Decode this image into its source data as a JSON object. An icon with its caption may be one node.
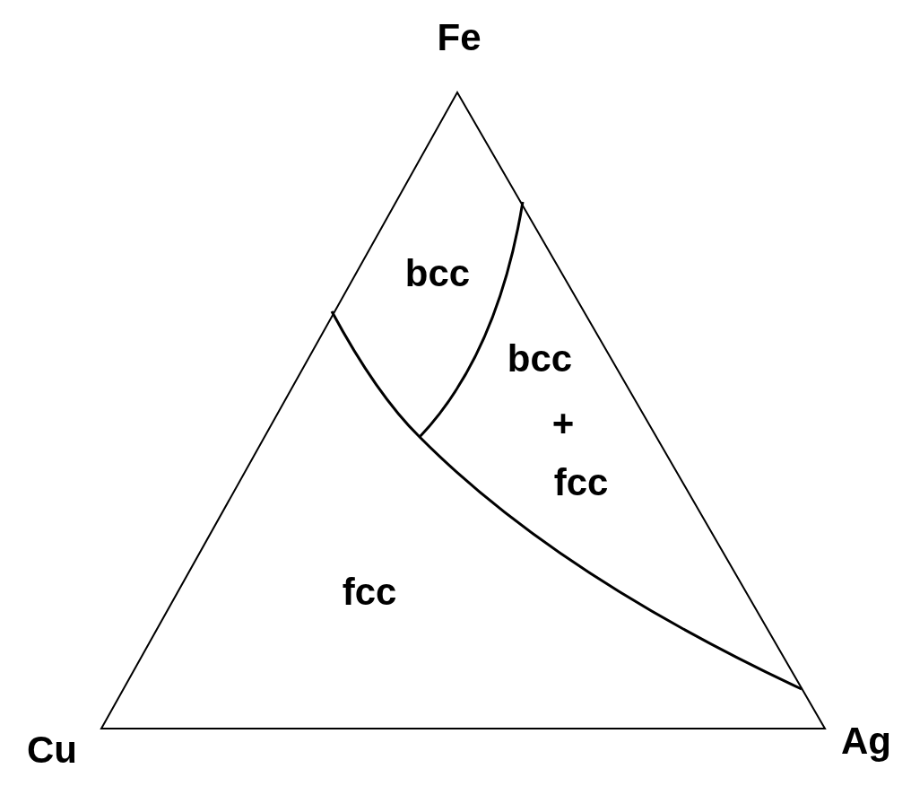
{
  "diagram": {
    "labels": [
      "Fe",
      "bcc",
      "bcc",
      "+",
      "fcc",
      "fcc",
      "Cu",
      "Ag"
    ]
  }
}
